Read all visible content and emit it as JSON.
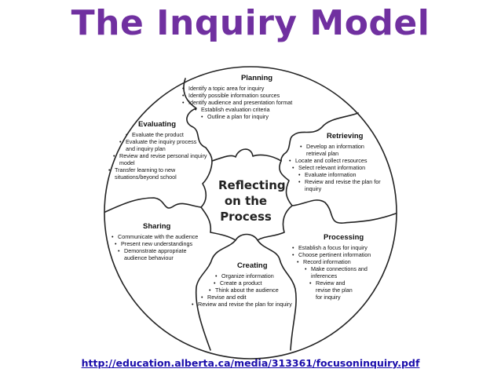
{
  "colors": {
    "title": "#7030a0",
    "link": "#1a0dab",
    "line": "#222222"
  },
  "title": "The Inquiry Model",
  "center": {
    "line1": "Reflecting",
    "line2": "on the",
    "line3": "Process"
  },
  "sections": {
    "planning": {
      "heading": "Planning",
      "items": [
        "Identify a topic area for inquiry",
        "Identify possible information sources",
        "Identify audience and presentation format",
        "Establish evaluation criteria",
        "Outline a plan for inquiry"
      ]
    },
    "retrieving": {
      "heading": "Retrieving",
      "items": [
        "Develop an information retrieval plan",
        "Locate and collect resources",
        "Select relevant information",
        "Evaluate information",
        "Review and revise the plan for inquiry"
      ]
    },
    "processing": {
      "heading": "Processing",
      "items": [
        "Establish a focus for inquiry",
        "Choose pertinent information",
        "Record information",
        "Make connections and inferences",
        "Review and revise the plan for inquiry"
      ]
    },
    "creating": {
      "heading": "Creating",
      "items": [
        "Organize information",
        "Create a product",
        "Think about the audience",
        "Revise and edit",
        "Review and revise the plan for inquiry"
      ]
    },
    "sharing": {
      "heading": "Sharing",
      "items": [
        "Communicate with the audience",
        "Present new understandings",
        "Demonstrate appropriate audience behaviour"
      ]
    },
    "evaluating": {
      "heading": "Evaluating",
      "items": [
        "Evaluate the product",
        "Evaluate the inquiry process and inquiry plan",
        "Review and revise personal inquiry model",
        "Transfer learning to new situations/beyond school"
      ]
    }
  },
  "source_link": "http://education.alberta.ca/media/313361/focusoninquiry.pdf"
}
